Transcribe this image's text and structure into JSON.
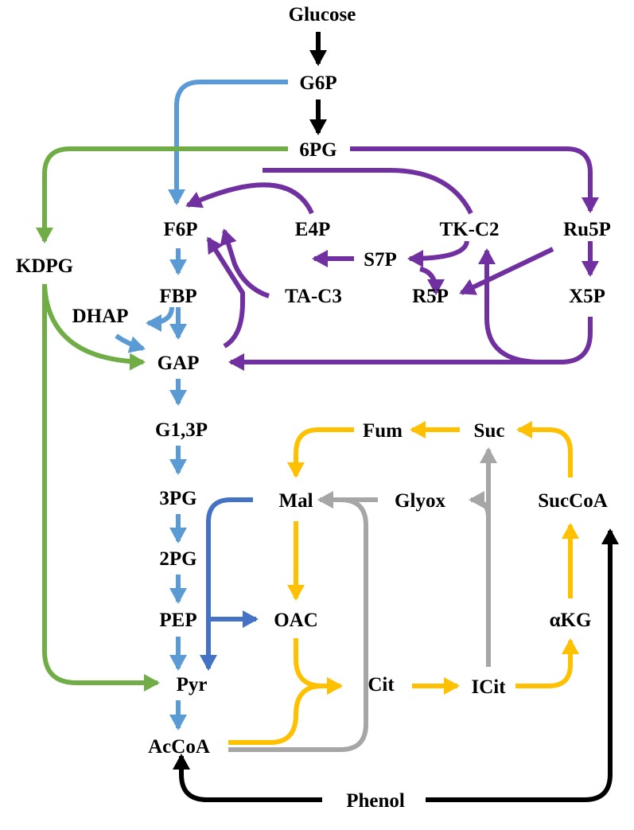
{
  "nodes": {
    "glucose": "Glucose",
    "g6p": "G6P",
    "pg6": "6PG",
    "kdpg": "KDPG",
    "f6p": "F6P",
    "e4p": "E4P",
    "tkc2": "TK-C2",
    "ru5p": "Ru5P",
    "s7p": "S7P",
    "r5p": "R5P",
    "tac3": "TA-C3",
    "fbp": "FBP",
    "x5p": "X5P",
    "dhap": "DHAP",
    "gap": "GAP",
    "g13p": "G1,3P",
    "fum": "Fum",
    "suc": "Suc",
    "pg3": "3PG",
    "mal": "Mal",
    "glyox": "Glyox",
    "succoa": "SucCoA",
    "pg2": "2PG",
    "pep": "PEP",
    "oac": "OAC",
    "akg": "αKG",
    "pyr": "Pyr",
    "cit": "Cit",
    "icit": "ICit",
    "accoa": "AcCoA",
    "phenol": "Phenol"
  },
  "colors": {
    "black": "#000000",
    "blue": "#5B9BD5",
    "dark_blue": "#4472C4",
    "green": "#70AD47",
    "purple": "#7030A0",
    "yellow": "#FFC000",
    "gray": "#A6A6A6"
  }
}
